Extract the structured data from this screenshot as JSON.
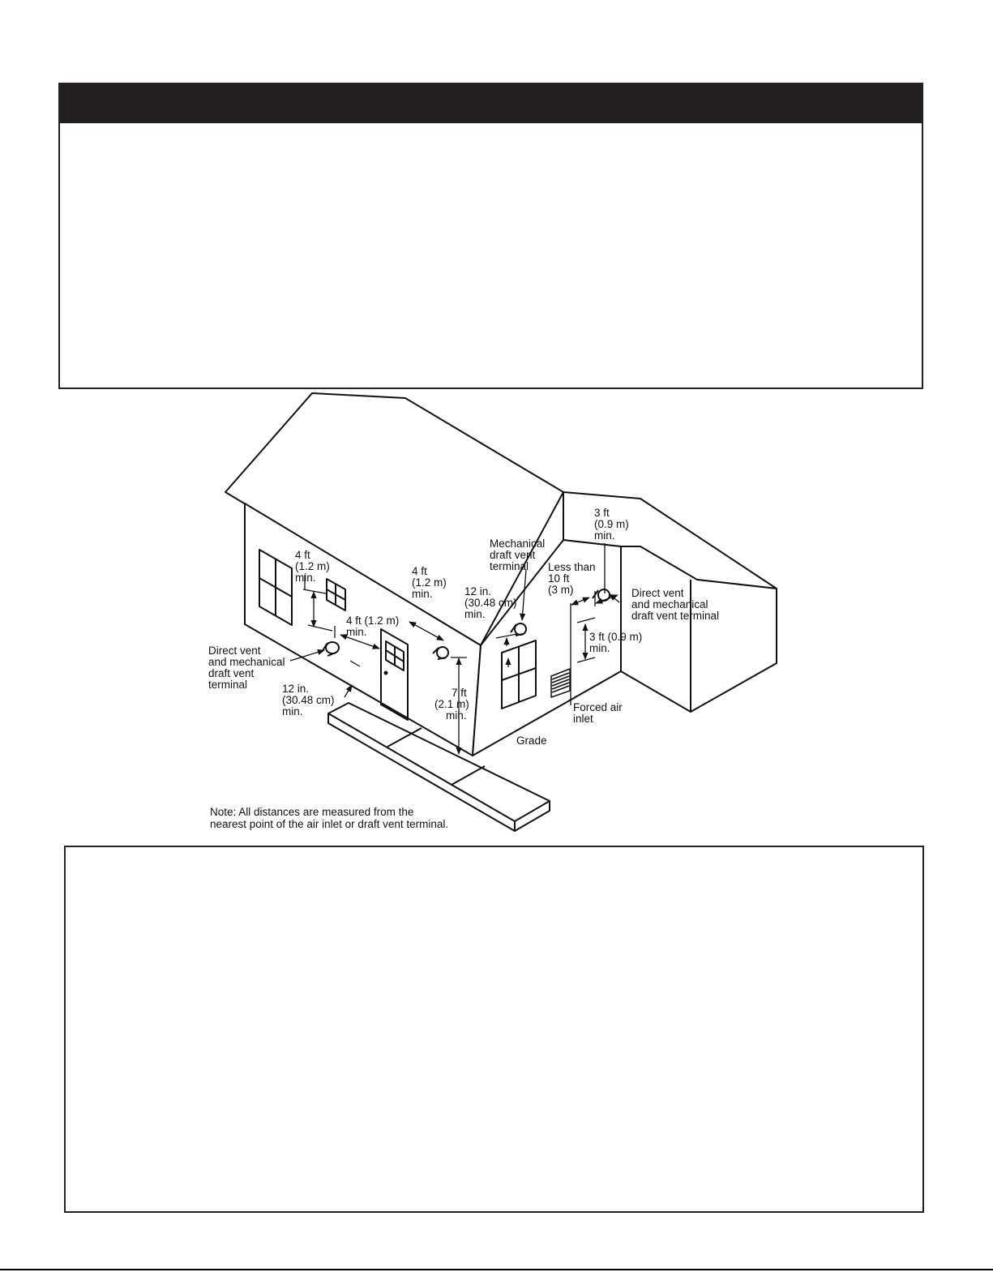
{
  "labels": {
    "top_left_window_4ft": [
      "4 ft",
      "(1.2 m)",
      "min."
    ],
    "door_4ft": "4 ft (1.2 m)",
    "door_4ft_min": "min.",
    "mid_4ft": [
      "4 ft",
      "(1.2 m)",
      "min."
    ],
    "gable_12in": [
      "12 in.",
      "(30.48 cm)",
      "min."
    ],
    "mech_draft": [
      "Mechanical",
      "draft vent",
      "terminal"
    ],
    "less_than": [
      "Less than",
      "10 ft",
      "(3 m)"
    ],
    "right_3ft_top": [
      "3 ft",
      "(0.9 m)",
      "min."
    ],
    "right_direct_vent": [
      "Direct vent",
      "and mechanical",
      "draft vent terminal"
    ],
    "right_3ft_lower": [
      "3 ft (0.9 m)",
      "min."
    ],
    "left_direct_vent": [
      "Direct vent",
      "and mechanical",
      "draft vent",
      "terminal"
    ],
    "left_12in": [
      "12 in.",
      "(30.48 cm)",
      "min."
    ],
    "seven_ft": [
      "7 ft",
      "(2.1 m)",
      "min."
    ],
    "forced_air": [
      "Forced air",
      "inlet"
    ],
    "grade": "Grade",
    "note": [
      "Note: All distances are measured from the",
      "nearest point of the air inlet or draft vent terminal."
    ]
  },
  "colors": {
    "header_bar": "#231f20",
    "line": "#111111"
  }
}
